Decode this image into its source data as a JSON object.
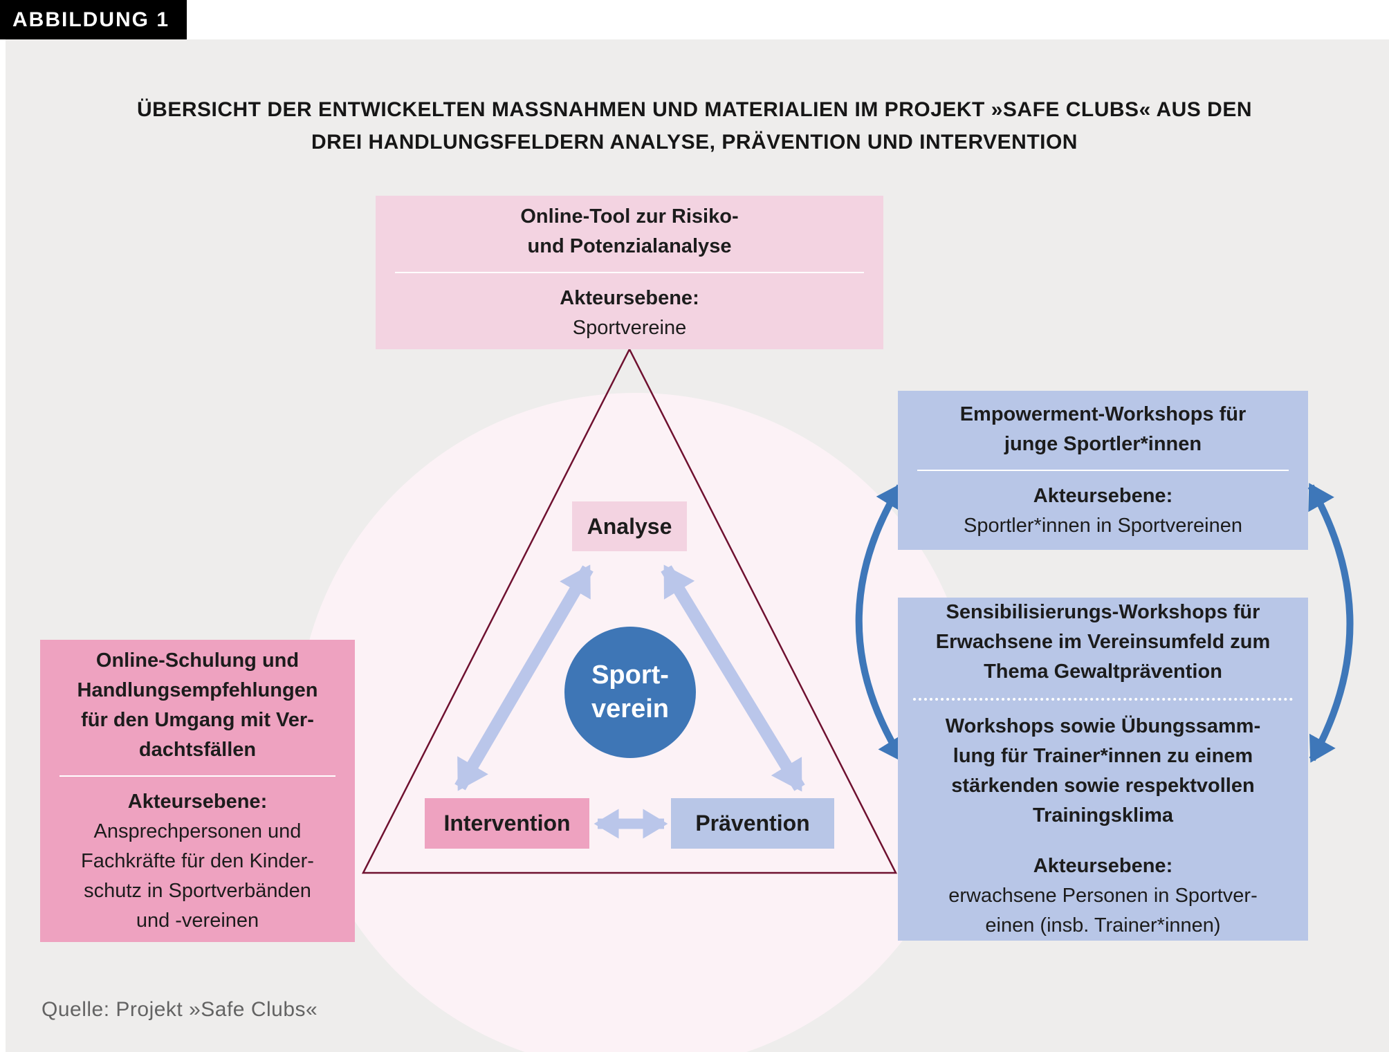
{
  "figure_label": "ABBILDUNG 1",
  "title_lines": [
    "ÜBERSICHT DER ENTWICKELTEN MASSNAHMEN UND MATERIALIEN IM PROJEKT »SAFE CLUBS« AUS DEN",
    "DREI HANDLUNGSFELDERN ANALYSE, PRÄVENTION UND INTERVENTION"
  ],
  "triangle_labels": {
    "analyse": "Analyse",
    "intervention": "Intervention",
    "praevention": "Prävention"
  },
  "center_circle": {
    "line1": "Sport-",
    "line2": "verein"
  },
  "boxes": {
    "online_tool": {
      "heading_lines": [
        "Online-Tool zur Risiko-",
        "und Potenzialanalyse"
      ],
      "actor_label": "Akteursebene:",
      "actor_lines": [
        "Sportvereine"
      ]
    },
    "online_schulung": {
      "heading_lines": [
        "Online-Schulung und",
        "Handlungsempfehlungen",
        "für den Umgang mit Ver-",
        "dachtsfällen"
      ],
      "actor_label": "Akteursebene:",
      "actor_lines": [
        "Ansprechpersonen und",
        "Fachkräfte für den Kinder-",
        "schutz in Sportverbänden",
        "und -vereinen"
      ]
    },
    "empowerment": {
      "heading_lines": [
        "Empowerment-Workshops für",
        "junge Sportler*innen"
      ],
      "actor_label": "Akteursebene:",
      "actor_lines": [
        "Sportler*innen in Sportvereinen"
      ]
    },
    "sensibilisierung": {
      "heading_lines": [
        "Sensibilisierungs-Workshops für",
        "Erwachsene im Vereinsumfeld zum",
        "Thema Gewaltprävention"
      ],
      "heading2_lines": [
        "Workshops sowie Übungssamm-",
        "lung für Trainer*innen zu einem",
        "stärkenden sowie respektvollen",
        "Trainingsklima"
      ],
      "actor_label": "Akteursebene:",
      "actor_lines": [
        "erwachsene Personen in Sportver-",
        "einen (insb. Trainer*innen)"
      ]
    }
  },
  "source": "Quelle: Projekt »Safe Clubs«",
  "colors": {
    "panel_background": "#eeedec",
    "pale_circle": "#fcf2f6",
    "pink_light": "#f3d3e1",
    "pink": "#eea2c0",
    "blue_light": "#b8c6e7",
    "arrow_lavender": "#bac6ea",
    "arrow_blue": "#3e77b9",
    "sport_circle_blue": "#3e76b6",
    "triangle_outline": "#6f1130",
    "badge_background": "#000000"
  }
}
